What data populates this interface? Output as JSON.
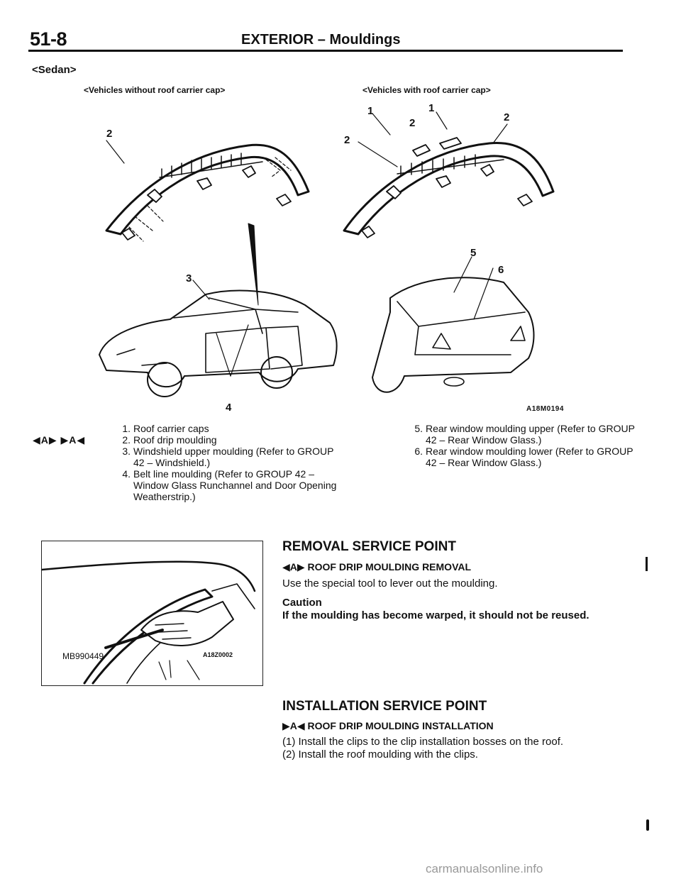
{
  "header": {
    "page_number": "51-8",
    "title": "EXTERIOR – Mouldings"
  },
  "section_variant": "<Sedan>",
  "diagram": {
    "left_label": "<Vehicles without roof carrier cap>",
    "right_label": "<Vehicles with roof carrier cap>",
    "callouts": [
      "2",
      "3",
      "4",
      "1",
      "1",
      "2",
      "2",
      "2",
      "5",
      "6"
    ],
    "figure_code": "A18M0194"
  },
  "legend": {
    "marks": "◀A▶  ▶A◀",
    "left": [
      {
        "num": "1.",
        "text": "Roof carrier caps"
      },
      {
        "num": "2.",
        "text": "Roof drip moulding"
      },
      {
        "num": "3.",
        "text": "Windshield upper moulding (Refer to GROUP 42 – Windshield.)"
      },
      {
        "num": "4.",
        "text": "Belt line moulding (Refer to GROUP 42 – Window Glass Runchannel and Door Opening Weatherstrip.)"
      }
    ],
    "right": [
      {
        "num": "5.",
        "text": "Rear window moulding upper (Refer to GROUP 42 – Rear Window Glass.)"
      },
      {
        "num": "6.",
        "text": "Rear window moulding lower (Refer to GROUP 42 – Rear Window Glass.)"
      }
    ]
  },
  "tool_figure": {
    "tool_label": "MB990449",
    "figure_code": "A18Z0002"
  },
  "removal": {
    "heading": "REMOVAL SERVICE POINT",
    "sub_mark": "◀A▶",
    "sub_title": "ROOF DRIP MOULDING REMOVAL",
    "text": "Use the special tool to lever out the moulding.",
    "caution_label": "Caution",
    "caution_text": "If the moulding has become warped, it should not be reused."
  },
  "installation": {
    "heading": "INSTALLATION SERVICE POINT",
    "sub_mark": "▶A◀",
    "sub_title": "ROOF DRIP MOULDING INSTALLATION",
    "steps": [
      "(1) Install the clips to the clip installation bosses on the roof.",
      "(2) Install the roof moulding with the clips."
    ]
  },
  "watermark": "carmanualsonline.info"
}
